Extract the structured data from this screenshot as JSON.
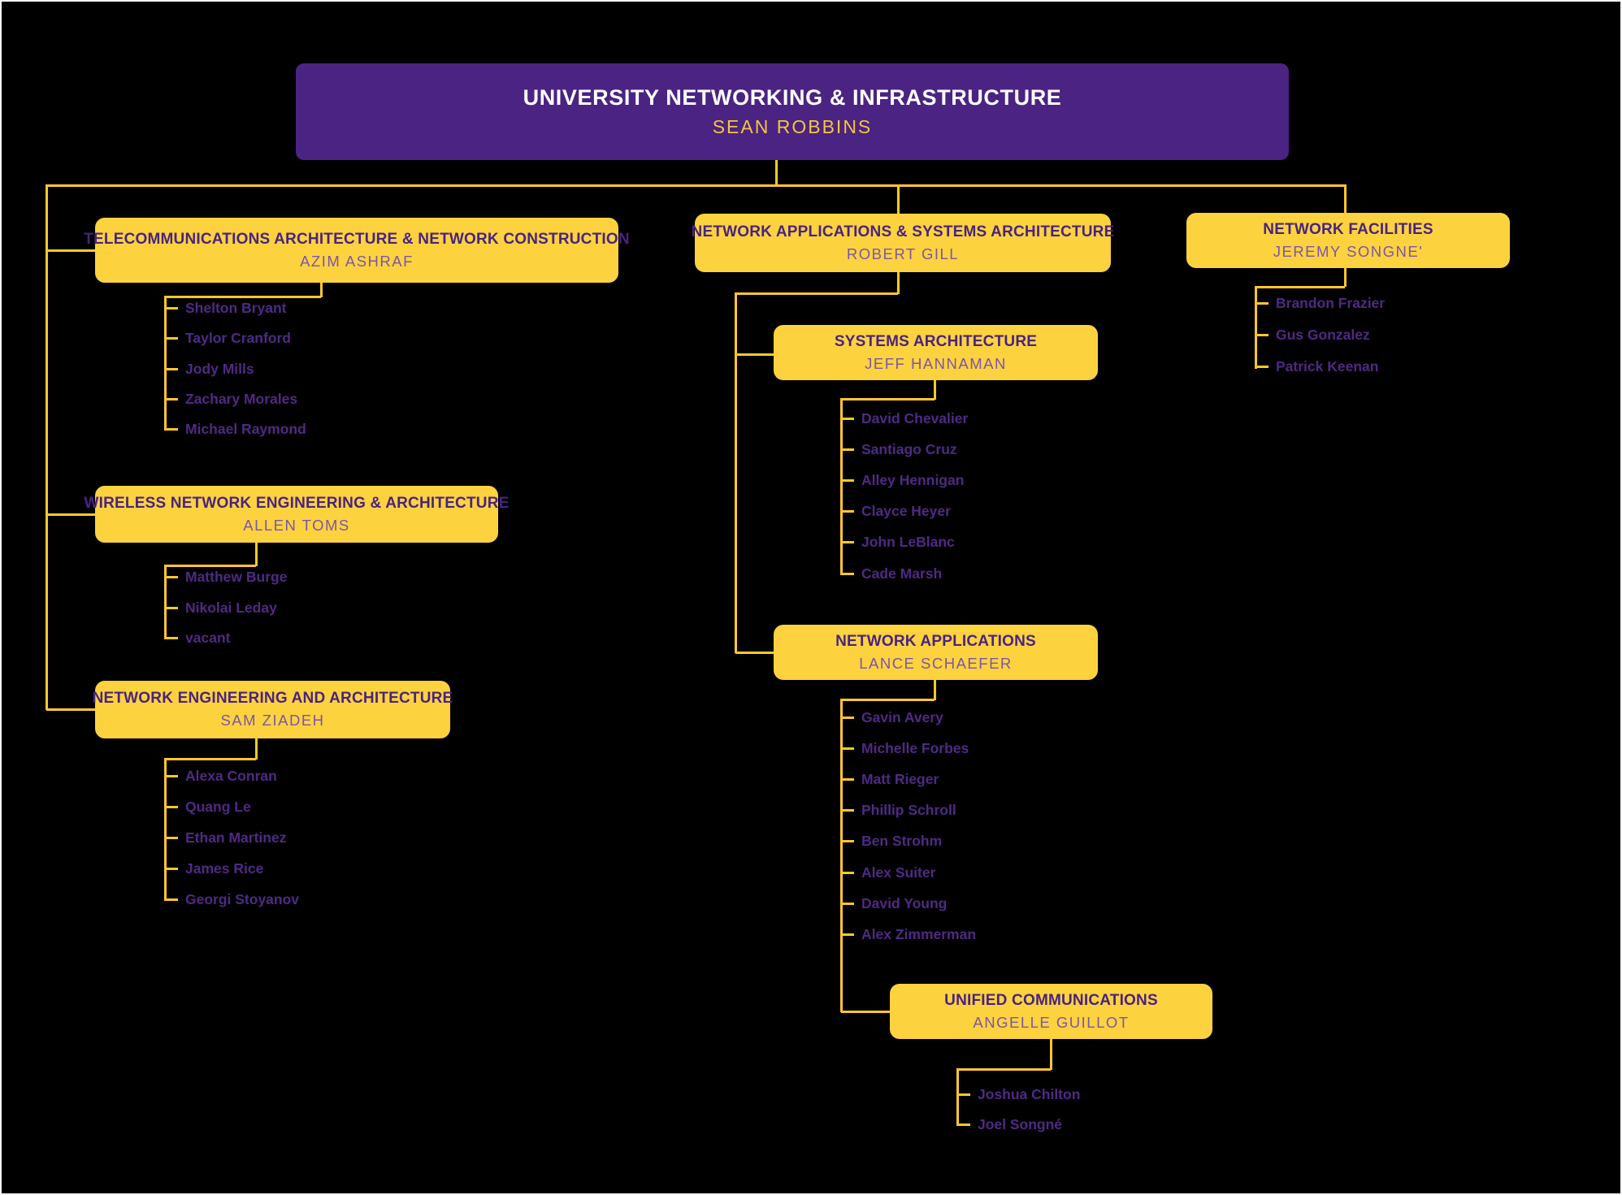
{
  "colors": {
    "background": "#000000",
    "frame_border": "#FDFDFD",
    "root_box_purple": "#4B2383",
    "dept_box_gold": "#FDD23F",
    "connector_gold": "#FFC72C",
    "dept_title_purple": "#482480",
    "dept_manager_purple": "#7A57A8",
    "member_name_purple": "#4E2A84",
    "root_title_white": "#FFFFFF",
    "root_manager_gold": "#F2C73D"
  },
  "units": {
    "root": {
      "title": "UNIVERSITY NETWORKING & INFRASTRUCTURE",
      "manager": "SEAN ROBBINS"
    },
    "telecom": {
      "title": "TELECOMMUNICATIONS ARCHITECTURE & NETWORK CONSTRUCTION",
      "manager": "AZIM ASHRAF",
      "reports_to": "root",
      "members": [
        "Shelton Bryant",
        "Taylor Cranford",
        "Jody Mills",
        "Zachary Morales",
        "Michael Raymond"
      ]
    },
    "wireless": {
      "title": "WIRELESS NETWORK ENGINEERING & ARCHITECTURE",
      "manager": "ALLEN TOMS",
      "reports_to": "root",
      "members": [
        "Matthew Burge",
        "Nikolai Leday",
        "vacant"
      ]
    },
    "neteng": {
      "title": "NETWORK ENGINEERING AND ARCHITECTURE",
      "manager": "SAM ZIADEH",
      "reports_to": "root",
      "members": [
        "Alexa Conran",
        "Quang Le",
        "Ethan Martinez",
        "James Rice",
        "Georgi Stoyanov"
      ]
    },
    "netapps_sys": {
      "title": "NETWORK APPLICATIONS & SYSTEMS ARCHITECTURE",
      "manager": "ROBERT GILL",
      "reports_to": "root",
      "members": []
    },
    "sysarch": {
      "title": "SYSTEMS ARCHITECTURE",
      "manager": "JEFF HANNAMAN",
      "reports_to": "netapps_sys",
      "members": [
        "David Chevalier",
        "Santiago Cruz",
        "Alley Hennigan",
        "Clayce Heyer",
        "John LeBlanc",
        "Cade Marsh"
      ]
    },
    "netapps": {
      "title": "NETWORK APPLICATIONS",
      "manager": "LANCE SCHAEFER",
      "reports_to": "netapps_sys",
      "members": [
        "Gavin Avery",
        "Michelle Forbes",
        "Matt Rieger",
        "Phillip Schroll",
        "Ben Strohm",
        "Alex Suiter",
        "David Young",
        "Alex Zimmerman"
      ]
    },
    "unified": {
      "title": "UNIFIED COMMUNICATIONS",
      "manager": "ANGELLE GUILLOT",
      "reports_to": "netapps",
      "members": [
        "Joshua Chilton",
        "Joel Songné"
      ]
    },
    "facilities": {
      "title": "NETWORK FACILITIES",
      "manager": "JEREMY SONGNE'",
      "reports_to": "root",
      "members": [
        "Brandon Frazier",
        "Gus Gonzalez",
        "Patrick Keenan"
      ]
    }
  }
}
